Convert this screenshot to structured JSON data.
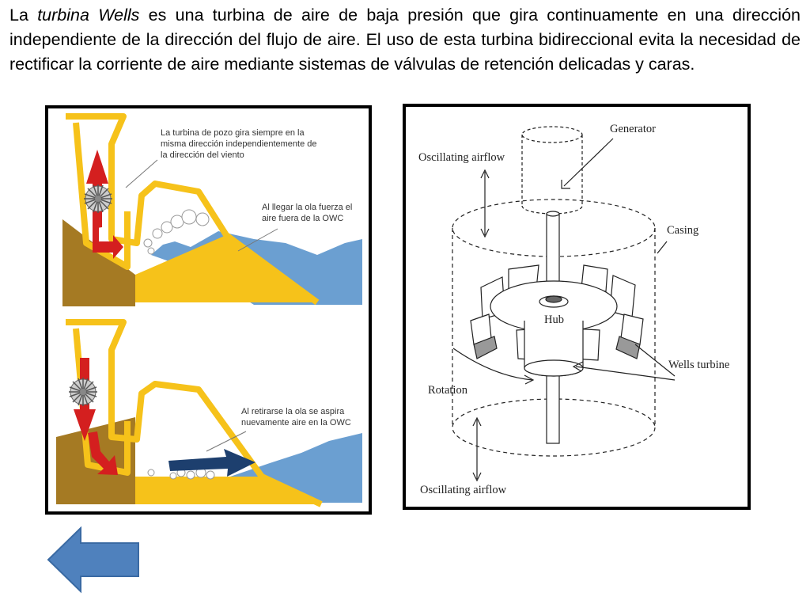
{
  "intro": {
    "part1": "La ",
    "term": "turbina Wells",
    "part2": " es una turbina de aire de baja presión que gira continuamente en una dirección independiente de la dirección del flujo de aire.  El uso de esta turbina bidireccional evita la necesidad de rectificar la corriente de aire mediante sistemas de válvulas de retención delicadas y caras."
  },
  "owc": {
    "top_note": [
      "La turbina de pozo gira siempre en la",
      "misma dirección independientemente de",
      "la dirección del viento"
    ],
    "top_wave_note": [
      "Al llegar la ola fuerza el",
      "aire fuera de la OWC"
    ],
    "bottom_wave_note": [
      "Al retirarse la ola se aspira",
      "nuevamente aire en la OWC"
    ]
  },
  "turbine": {
    "generator": "Generator",
    "oscillating_top": "Oscillating airflow",
    "casing": "Casing",
    "hub": "Hub",
    "wells_turbine": "Wells turbine",
    "rotation": "Rotation",
    "oscillating_bottom": "Oscillating airflow"
  },
  "colors": {
    "duct": "#f6c21a",
    "water": "#6b9fd1",
    "rock": "#a57a23",
    "up_arrow": "#d41f1f",
    "flow_arrow": "#1d3f6e",
    "back_arrow": "#4f81bd"
  },
  "icons": {
    "back": "left-arrow-icon"
  }
}
